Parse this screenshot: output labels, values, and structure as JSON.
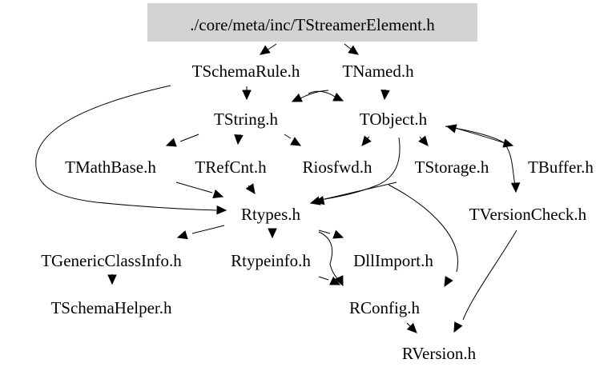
{
  "graph": {
    "type": "include-dependency-graph",
    "root": "./core/meta/inc/TStreamerElement.h",
    "root_fill": "#d3d3d3",
    "nodes": [
      {
        "id": "root",
        "label": "./core/meta/inc/TStreamerElement.h"
      },
      {
        "id": "TSchemaRule",
        "label": "TSchemaRule.h"
      },
      {
        "id": "TNamed",
        "label": "TNamed.h"
      },
      {
        "id": "TString",
        "label": "TString.h"
      },
      {
        "id": "TObject",
        "label": "TObject.h"
      },
      {
        "id": "TMathBase",
        "label": "TMathBase.h"
      },
      {
        "id": "TRefCnt",
        "label": "TRefCnt.h"
      },
      {
        "id": "Riosfwd",
        "label": "Riosfwd.h"
      },
      {
        "id": "TStorage",
        "label": "TStorage.h"
      },
      {
        "id": "TBuffer",
        "label": "TBuffer.h"
      },
      {
        "id": "Rtypes",
        "label": "Rtypes.h"
      },
      {
        "id": "TVersionCheck",
        "label": "TVersionCheck.h"
      },
      {
        "id": "TGenericClassInfo",
        "label": "TGenericClassInfo.h"
      },
      {
        "id": "Rtypeinfo",
        "label": "Rtypeinfo.h"
      },
      {
        "id": "DllImport",
        "label": "DllImport.h"
      },
      {
        "id": "TSchemaHelper",
        "label": "TSchemaHelper.h"
      },
      {
        "id": "RConfig",
        "label": "RConfig.h"
      },
      {
        "id": "RVersion",
        "label": "RVersion.h"
      }
    ],
    "edges": [
      {
        "from": "root",
        "to": "TSchemaRule"
      },
      {
        "from": "root",
        "to": "TNamed"
      },
      {
        "from": "TSchemaRule",
        "to": "TString"
      },
      {
        "from": "TSchemaRule",
        "to": "TObject"
      },
      {
        "from": "TSchemaRule",
        "to": "Rtypes"
      },
      {
        "from": "TNamed",
        "to": "TString"
      },
      {
        "from": "TNamed",
        "to": "TObject"
      },
      {
        "from": "TString",
        "to": "TMathBase"
      },
      {
        "from": "TString",
        "to": "TRefCnt"
      },
      {
        "from": "TString",
        "to": "Riosfwd"
      },
      {
        "from": "TString",
        "to": "Rtypes"
      },
      {
        "from": "TObject",
        "to": "Riosfwd"
      },
      {
        "from": "TObject",
        "to": "TStorage"
      },
      {
        "from": "TObject",
        "to": "TBuffer"
      },
      {
        "from": "TObject",
        "to": "TVersionCheck"
      },
      {
        "from": "TObject",
        "to": "Rtypes"
      },
      {
        "from": "TBuffer",
        "to": "TObject"
      },
      {
        "from": "TStorage",
        "to": "Rtypes"
      },
      {
        "from": "TStorage",
        "to": "RConfig"
      },
      {
        "from": "TMathBase",
        "to": "Rtypes"
      },
      {
        "from": "TRefCnt",
        "to": "Rtypes"
      },
      {
        "from": "Rtypes",
        "to": "TGenericClassInfo"
      },
      {
        "from": "Rtypes",
        "to": "Rtypeinfo"
      },
      {
        "from": "Rtypes",
        "to": "DllImport"
      },
      {
        "from": "Rtypes",
        "to": "RConfig"
      },
      {
        "from": "Rtypeinfo",
        "to": "RConfig"
      },
      {
        "from": "TGenericClassInfo",
        "to": "TSchemaHelper"
      },
      {
        "from": "TVersionCheck",
        "to": "RVersion"
      },
      {
        "from": "RConfig",
        "to": "RVersion"
      }
    ]
  }
}
